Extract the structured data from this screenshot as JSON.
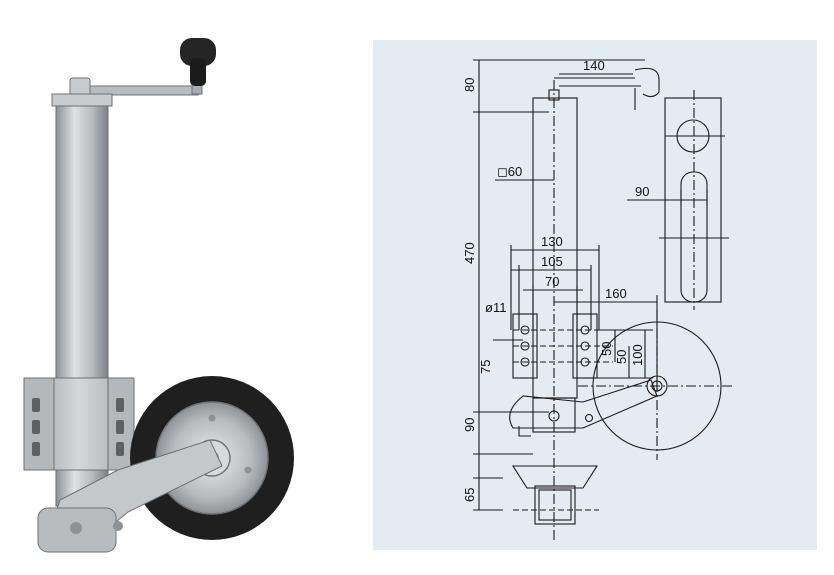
{
  "colors": {
    "panel_background": "#e4ebf1",
    "line": "#1a1a1a",
    "metal": "#c3c6c8",
    "tyre": "#1e1e1e",
    "knob": "#222222"
  },
  "photo": {
    "subject": "jockey-wheel-photo"
  },
  "drawing": {
    "dimensions": {
      "handle_height": "80",
      "crank_reach": "140",
      "tube_square": "◻60",
      "total_height": "470",
      "bracket_outer": "130",
      "bracket_mid": "105",
      "bracket_inner": "70",
      "wheel_offset": "160",
      "hole_diameter": "ø11",
      "hole_spacing_a": "50",
      "hole_spacing_b": "50",
      "hole_span": "100",
      "bottom_hole_offset": "75",
      "wheel_axis_height": "90",
      "clamp_height": "65",
      "wheel_width": "90"
    }
  }
}
